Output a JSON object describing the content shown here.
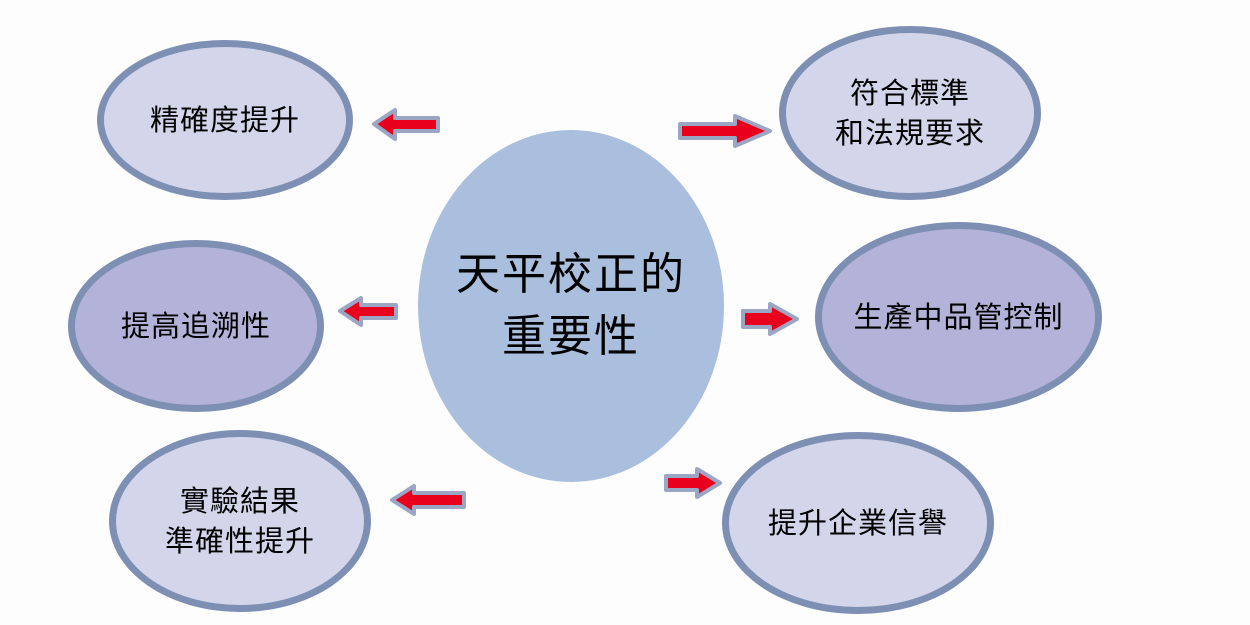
{
  "center": {
    "lines": [
      "天平校正的",
      "重要性"
    ]
  },
  "nodes": {
    "precision": {
      "lines": [
        "精確度提升"
      ]
    },
    "compliance": {
      "lines": [
        "符合標準",
        "和法規要求"
      ]
    },
    "traceability": {
      "lines": [
        "提高追溯性"
      ]
    },
    "production_qc": {
      "lines": [
        "生產中品管控制"
      ]
    },
    "experiment": {
      "lines": [
        "實驗結果",
        "準確性提升"
      ]
    },
    "reputation": {
      "lines": [
        "提升企業信譽"
      ]
    }
  },
  "colors": {
    "center_fill": "#aabedd",
    "node_fill_light": "#d3d6ea",
    "node_fill_dark": "#b3b3d9",
    "node_border": "#7e8fb4",
    "arrow_fill": "#e8001c",
    "arrow_outline": "#9aa6c4"
  }
}
